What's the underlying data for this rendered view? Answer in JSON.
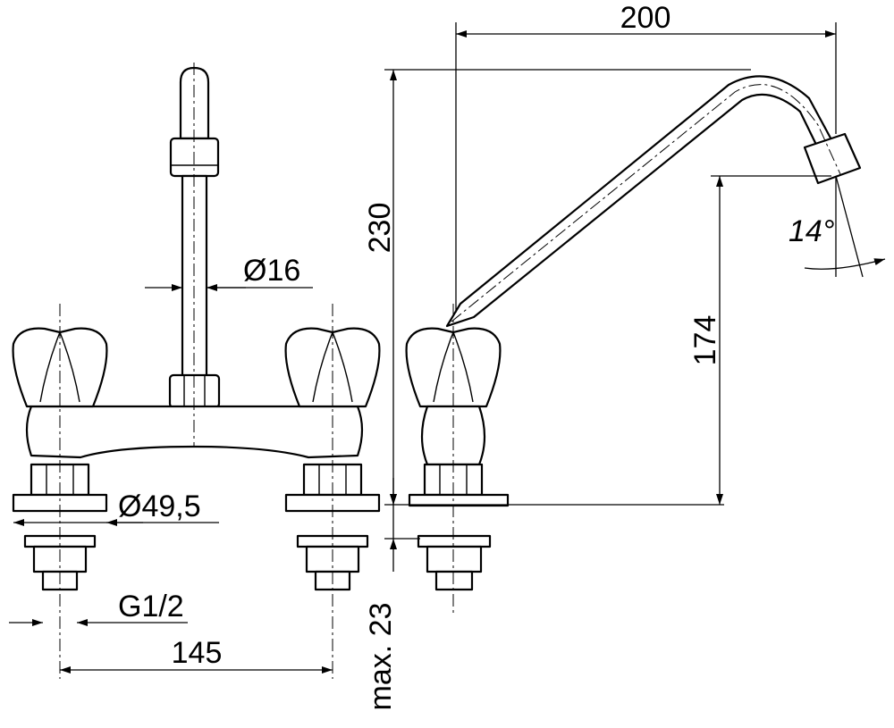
{
  "dimensions": {
    "spout_reach": "200",
    "total_height": "230",
    "spout_diameter": "Ø16",
    "spout_angle": "14°",
    "outlet_height": "174",
    "flange_diameter": "Ø49,5",
    "thread": "G1/2",
    "center_distance": "145",
    "max_deck_thickness": "max. 23"
  },
  "colors": {
    "line": "#000000",
    "background": "#ffffff"
  }
}
